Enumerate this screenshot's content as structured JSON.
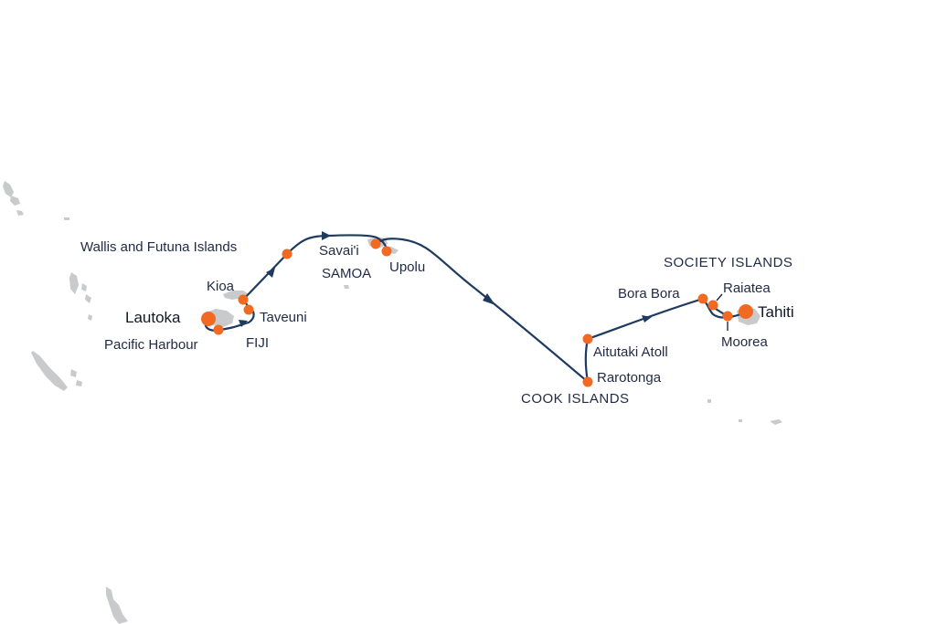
{
  "colors": {
    "route": "#1f3a5f",
    "port": "#f26a21",
    "land": "#c9cacc",
    "text": "#1f2a44"
  },
  "ports": {
    "lautoka": "Lautoka",
    "pacific_harbour": "Pacific Harbour",
    "fiji": "FIJI",
    "kioa": "Kioa",
    "taveuni": "Taveuni",
    "wallis_futuna": "Wallis and Futuna Islands",
    "savaii": "Savai'i",
    "samoa": "SAMOA",
    "upolu": "Upolu",
    "cook_islands": "COOK ISLANDS",
    "rarotonga": "Rarotonga",
    "aitutaki": "Aitutaki Atoll",
    "bora_bora": "Bora Bora",
    "society_islands": "SOCIETY ISLANDS",
    "raiatea": "Raiatea",
    "tahiti": "Tahiti",
    "moorea": "Moorea"
  }
}
